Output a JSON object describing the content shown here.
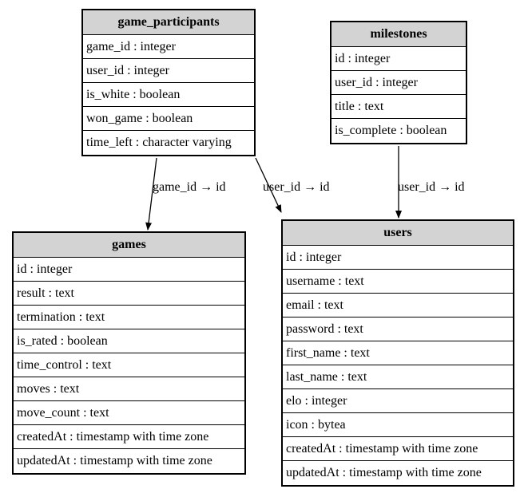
{
  "tables": {
    "game_participants": {
      "title": "game_participants",
      "columns": [
        "game_id : integer",
        "user_id : integer",
        "is_white : boolean",
        "won_game : boolean",
        "time_left : character varying"
      ]
    },
    "milestones": {
      "title": "milestones",
      "columns": [
        "id : integer",
        "user_id : integer",
        "title : text",
        "is_complete : boolean"
      ]
    },
    "games": {
      "title": "games",
      "columns": [
        "id : integer",
        "result : text",
        "termination : text",
        "is_rated : boolean",
        "time_control : text",
        "moves : text",
        "move_count : text",
        "createdAt : timestamp with time zone",
        "updatedAt : timestamp with time zone"
      ]
    },
    "users": {
      "title": "users",
      "columns": [
        "id : integer",
        "username : text",
        "email : text",
        "password : text",
        "first_name : text",
        "last_name : text",
        "elo : integer",
        "icon : bytea",
        "createdAt : timestamp with time zone",
        "updatedAt : timestamp with time zone"
      ]
    }
  },
  "edges": [
    {
      "from": "game_participants",
      "to": "games",
      "label": "game_id → id"
    },
    {
      "from": "game_participants",
      "to": "users",
      "label": "user_id → id"
    },
    {
      "from": "milestones",
      "to": "users",
      "label": "user_id → id"
    }
  ]
}
